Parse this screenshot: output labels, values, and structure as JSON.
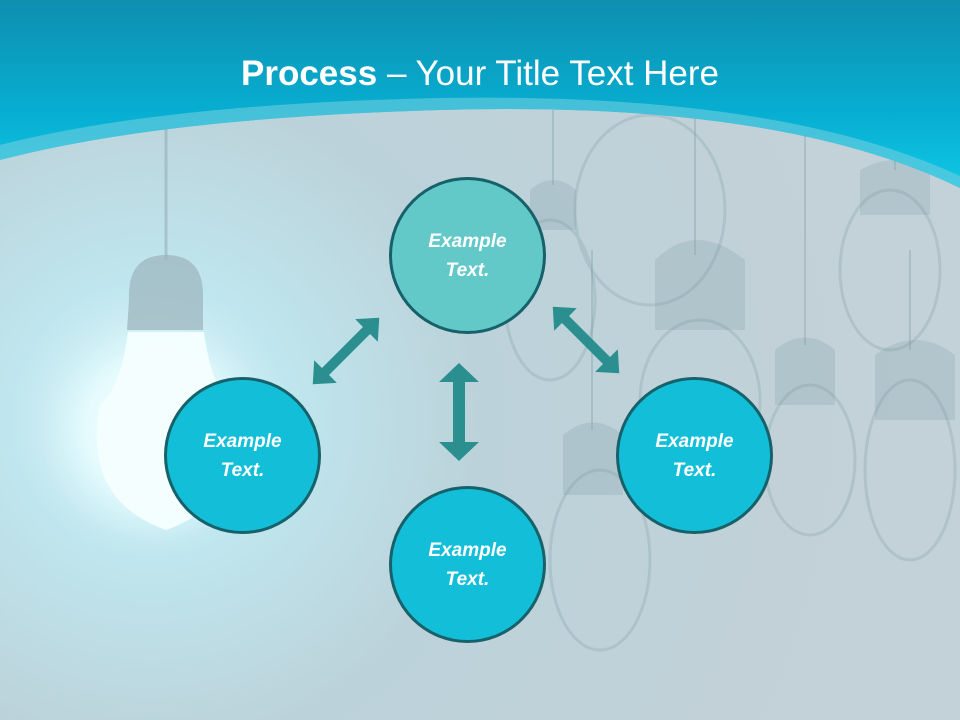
{
  "title": {
    "bold": "Process",
    "rest": " – Your Title Text Here"
  },
  "nodes": {
    "top": "Example Text.",
    "left": "Example Text.",
    "right": "Example Text.",
    "bottom": "Example Text."
  },
  "colors": {
    "header": "#0bb8d8",
    "node_top": "#62c8c8",
    "node_cyan": "#13bfd8",
    "node_border": "#16616a",
    "arrow": "#2a8f8e"
  }
}
